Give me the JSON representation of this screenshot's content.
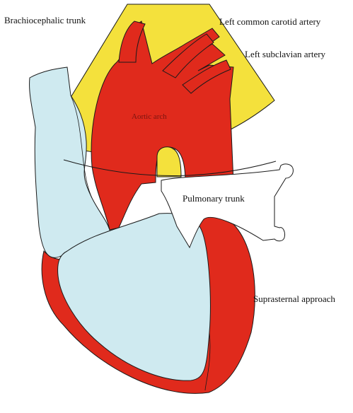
{
  "labels": {
    "brachiocephalic": "Brachiocephalic trunk",
    "left_carotid": "Left common carotid artery",
    "left_subclavian": "Left subclavian artery",
    "aortic_arch": "Aortic arch",
    "pulmonary_trunk": "Pulmonary trunk",
    "suprasternal": "Suprasternal approach"
  },
  "colors": {
    "ultrasound_fan": "#f4e13c",
    "aorta_ventricle": "#e02a1c",
    "right_heart": "#cfeaf0",
    "outline": "#1a1a1a",
    "background": "#ffffff"
  }
}
